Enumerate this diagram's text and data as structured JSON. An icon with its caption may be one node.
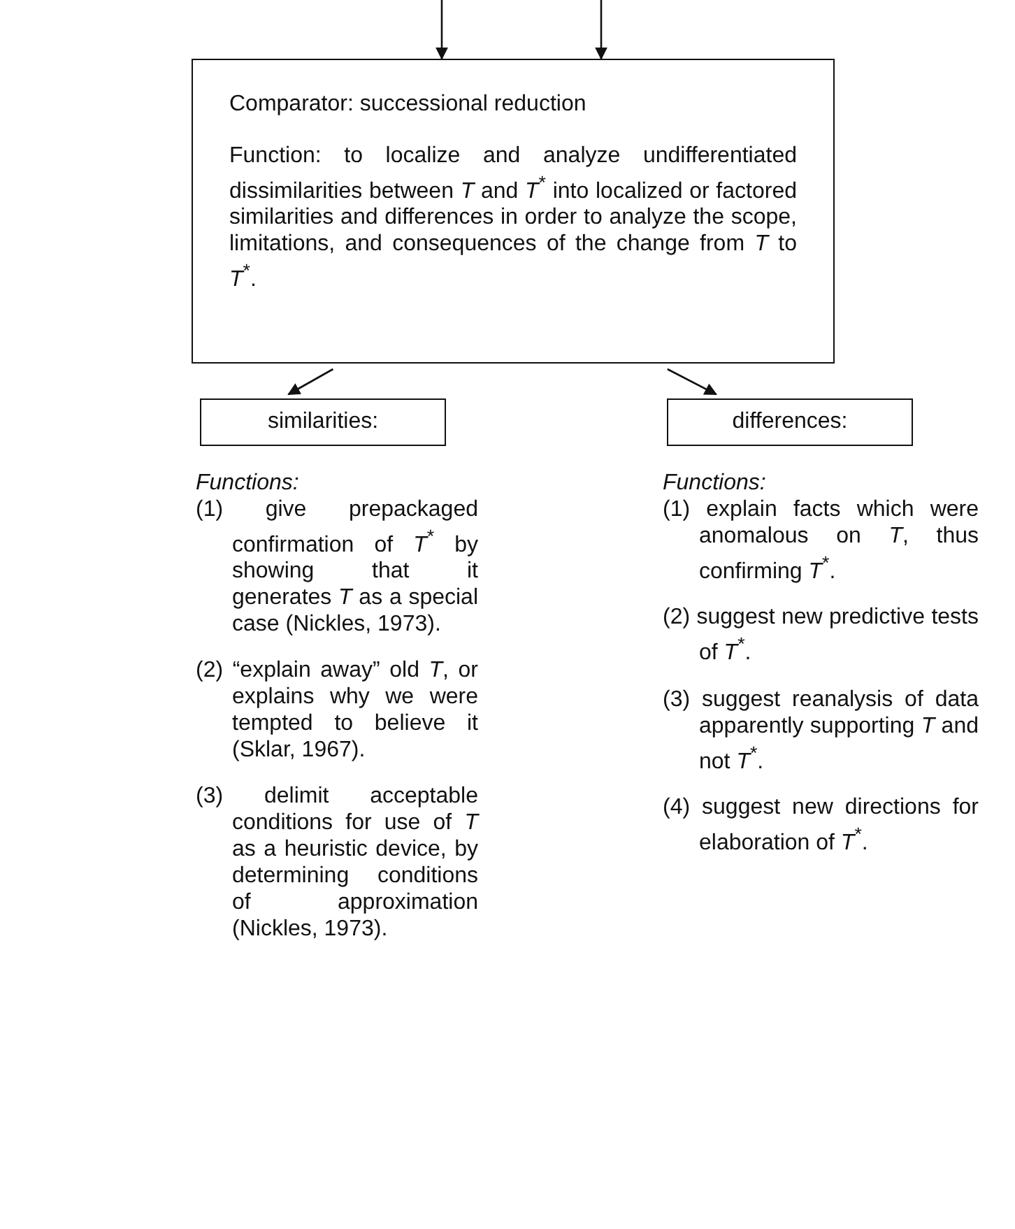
{
  "diagram": {
    "nodes": [
      {
        "text": [
          "Comparator: successional reduction",
          "Function: to localize and analyze undifferentiated dissimilarities between *T* and *T*$^{*}$ into localized or factored similarities and differences in order to analyze the scope, limitations, and consequences of the change from *T* to *T*$^{*}$."
        ]
      },
      {
        "text": [
          "similarities:"
        ],
        "beside": [
          "Functions:",
          "(1) give prepackaged confirmation of *T*$^{*}$ by showing that it generates *T* as a special case (Nickles, 1973).",
          "(2) “explain away” old *T*, or explains why we were tempted to believe it (Sklar, 1967).",
          "(3) delimit acceptable conditions for use of *T* as a heuristic device, by determining conditions of approximation (Nickles, 1973)."
        ]
      },
      {
        "text": [
          "differences:"
        ],
        "beside": [
          "Functions:",
          "(1) explain facts which were anomalous on *T*, thus confirming *T*$^{*}$.",
          "(2) suggest new predictive tests of *T*$^{*}$.",
          "(3) suggest reanalysis of data apparently supporting *T* and not *T*$^{*}$.",
          "(4) suggest new directions for elaboration of *T*$^{*}$."
        ]
      }
    ],
    "edges": [
      {
        "from": null,
        "to": 0,
        "arrow": "to"
      },
      {
        "from": null,
        "to": 0,
        "arrow": "to"
      },
      {
        "from": 0,
        "to": 1,
        "arrow": "to"
      },
      {
        "from": 0,
        "to": 2,
        "arrow": "to"
      }
    ]
  }
}
